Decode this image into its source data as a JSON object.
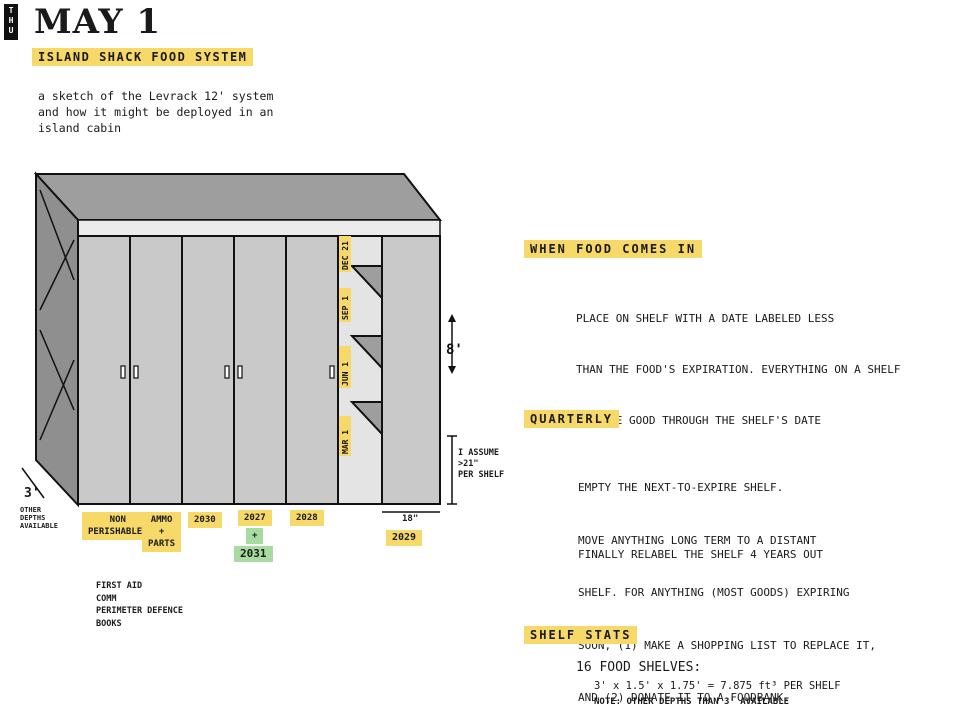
{
  "header": {
    "day_tab": [
      "T",
      "H",
      "U"
    ],
    "date": "MAY 1",
    "system_title": "ISLAND SHACK FOOD SYSTEM",
    "subtitle_lines": [
      "a sketch of the Levrack 12' system",
      "and how it might be deployed in an",
      "island cabin"
    ]
  },
  "sketch": {
    "shelf_dates": [
      "DEC 21",
      "SEP 1",
      "JUN 1",
      "MAR 1"
    ],
    "height_label": "8'",
    "assumption_lines": [
      "I ASSUME",
      ">21\"",
      "PER SHELF"
    ],
    "depth_label": "3'",
    "depth_note_lines": [
      "OTHER",
      "DEPTHS",
      "AVAILABLE"
    ],
    "width_label": "18\"",
    "bay_tags": {
      "non_perishables": [
        "NON",
        "PERISHABLES"
      ],
      "ammo": [
        "AMMO",
        "+",
        "PARTS"
      ],
      "y2030": "2030",
      "y2027": "2027",
      "plus": "+",
      "y2031": "2031",
      "y2028": "2028",
      "y2029": "2029"
    },
    "non_perishables_list": [
      "FIRST AID",
      "COMM",
      "PERIMETER DEFENCE",
      "BOOKS"
    ],
    "colors": {
      "highlight": "#f7d96a",
      "green": "#a8dba0",
      "cabinet": "#c9c9c9",
      "top": "#9e9e9e"
    }
  },
  "when_food": {
    "title": "WHEN FOOD COMES IN",
    "lines": [
      "PLACE ON SHELF WITH A DATE LABELED LESS",
      "THAN THE FOOD'S EXPIRATION. EVERYTHING ON A SHELF",
      "MUST BE GOOD THROUGH THE SHELF'S DATE"
    ]
  },
  "quarterly": {
    "title": "QUARTERLY",
    "lines": [
      "EMPTY THE NEXT-TO-EXPIRE SHELF.",
      "MOVE ANYTHING LONG TERM TO A DISTANT",
      "SHELF. FOR ANYTHING (MOST GOODS) EXPIRING",
      "SOON, (1) MAKE A SHOPPING LIST TO REPLACE IT,",
      "AND (2) DONATE IT TO A FOODBANK."
    ],
    "final_line": "FINALLY RELABEL THE SHELF 4 YEARS OUT"
  },
  "shelf_stats": {
    "title": "SHELF STATS",
    "count_line": "16 FOOD SHELVES:",
    "calc_line": "3' x 1.5' x 1.75' = 7.875 ft³ PER SHELF",
    "note_line": "NOTE: OTHER DEPTHS THAN 3' AVAILABLE"
  }
}
